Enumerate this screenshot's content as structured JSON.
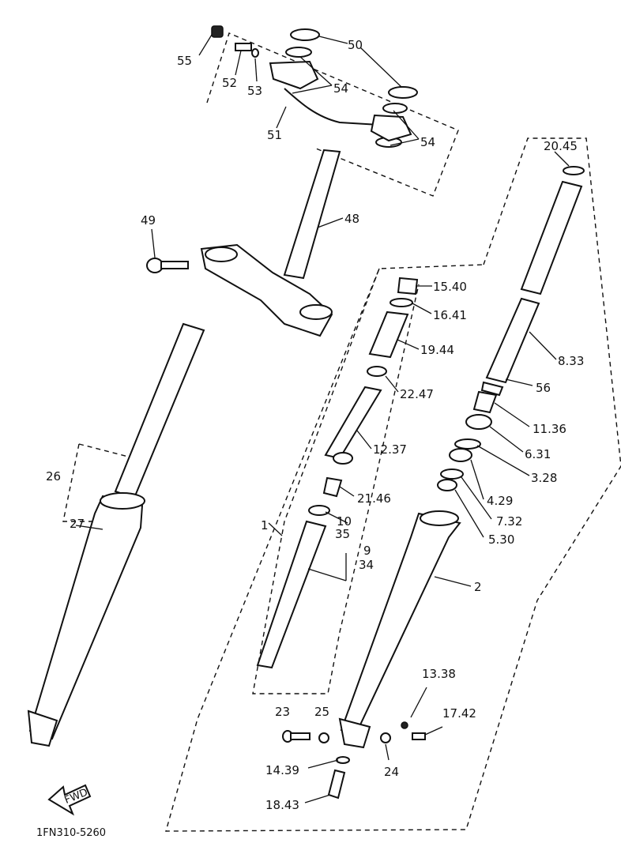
{
  "diagram_code": "1FN310-5260",
  "direction_arrow": "FWD",
  "callouts": {
    "c55": "55",
    "c52": "52",
    "c53": "53",
    "c50": "50",
    "c54a": "54",
    "c54b": "54",
    "c51": "51",
    "c48": "48",
    "c49": "49",
    "c2045": "20.45",
    "c1540": "15.40",
    "c1641": "16.41",
    "c1944": "19.44",
    "c833": "8.33",
    "c2247": "22.47",
    "c56": "56",
    "c1136": "11.36",
    "c1237": "12.37",
    "c631": "6.31",
    "c328": "3.28",
    "c2146": "21.46",
    "c429": "4.29",
    "c26": "26",
    "c27": "27",
    "c1": "1",
    "c10": "10",
    "c35": "35",
    "c732": "7.32",
    "c530": "5.30",
    "c9": "9",
    "c34": "34",
    "c2": "2",
    "c1338": "13.38",
    "c23": "23",
    "c25": "25",
    "c1742": "17.42",
    "c1439": "14.39",
    "c24": "24",
    "c1843": "18.43"
  }
}
